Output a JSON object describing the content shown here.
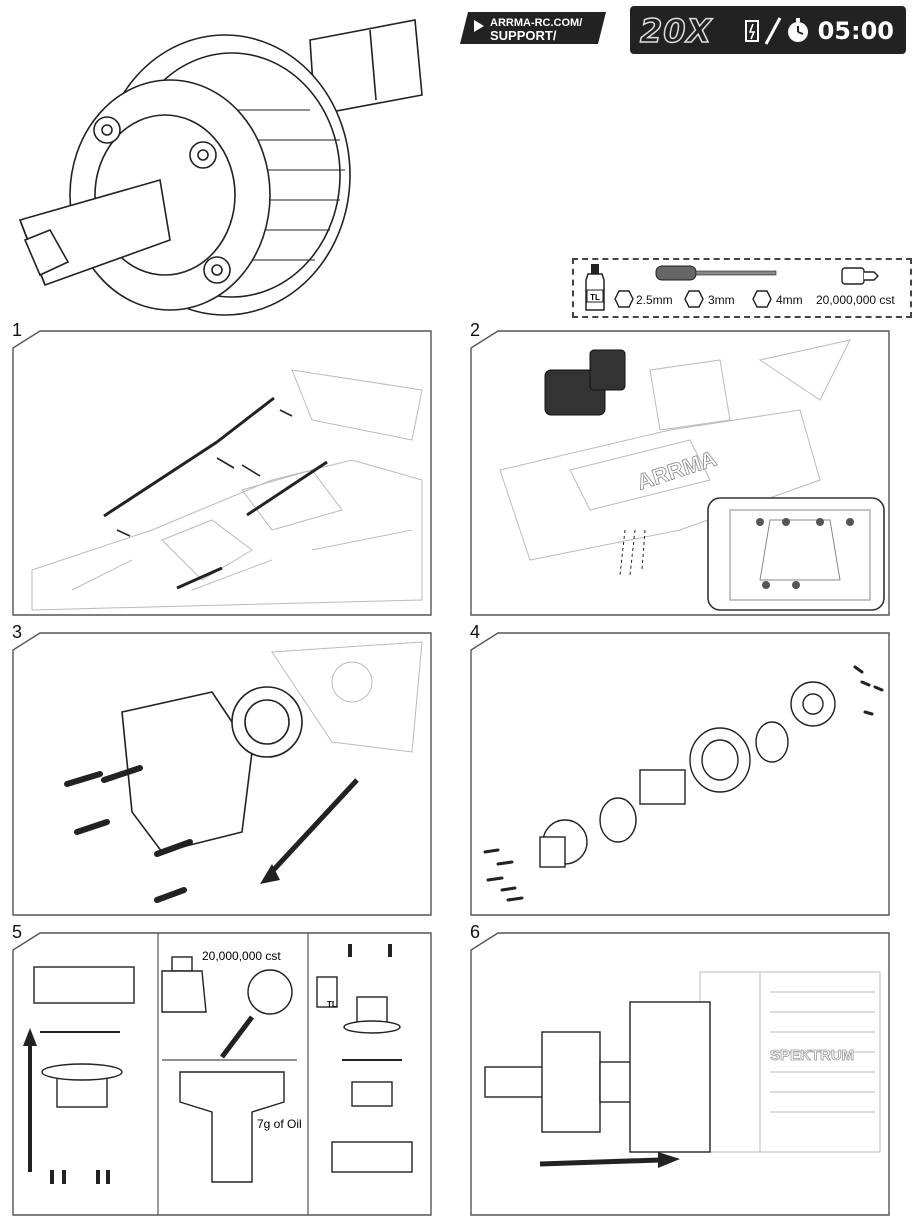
{
  "header": {
    "support_line1": "ARRMA-RC.COM/",
    "support_line2": "SUPPORT/",
    "rating": "20X",
    "time": "05:00"
  },
  "tools": [
    {
      "icon": "threadlock-bottle-icon",
      "label": "TL"
    },
    {
      "icon": "hex-icon",
      "label": "2.5mm"
    },
    {
      "icon": "hex-icon",
      "label": "3mm"
    },
    {
      "icon": "hex-icon",
      "label": "4mm"
    },
    {
      "icon": "oil-bottle-icon",
      "label": "20,000,000 cst"
    }
  ],
  "steps": [
    "1",
    "2",
    "3",
    "4",
    "5",
    "6"
  ],
  "step5": {
    "oil": "20,000,000 cst",
    "amount": "7g of Oil",
    "tl": "TL"
  },
  "step2": {
    "logo": "ARRMA"
  },
  "step6": {
    "brand": "SPEKTRUM"
  }
}
